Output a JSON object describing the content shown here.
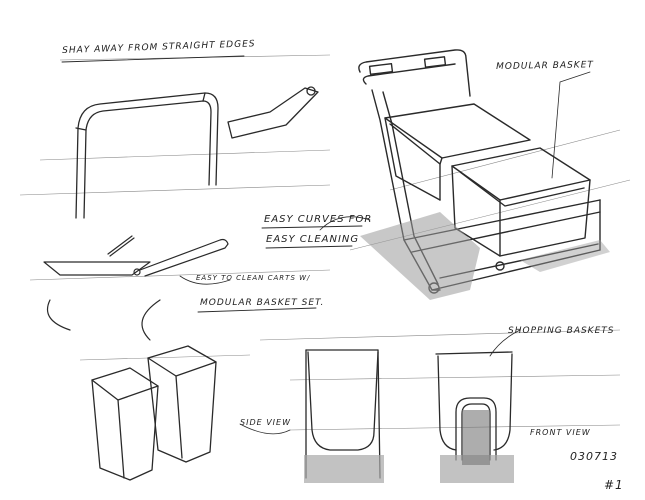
{
  "annotations": {
    "straight_edges": "SHAY AWAY FROM STRAIGHT EDGES",
    "modular_basket": "MODULAR BASKET",
    "easy_curves_1": "EASY CURVES FOR",
    "easy_curves_2": "EASY CLEANING",
    "easy_clean_1": "EASY TO CLEAN CARTS W/",
    "easy_clean_2": "MODULAR BASKET SET.",
    "shopping_baskets": "SHOPPING BASKETS",
    "side_view": "SIDE VIEW",
    "front_view": "FRONT VIEW",
    "date": "030713",
    "page": "#1"
  }
}
